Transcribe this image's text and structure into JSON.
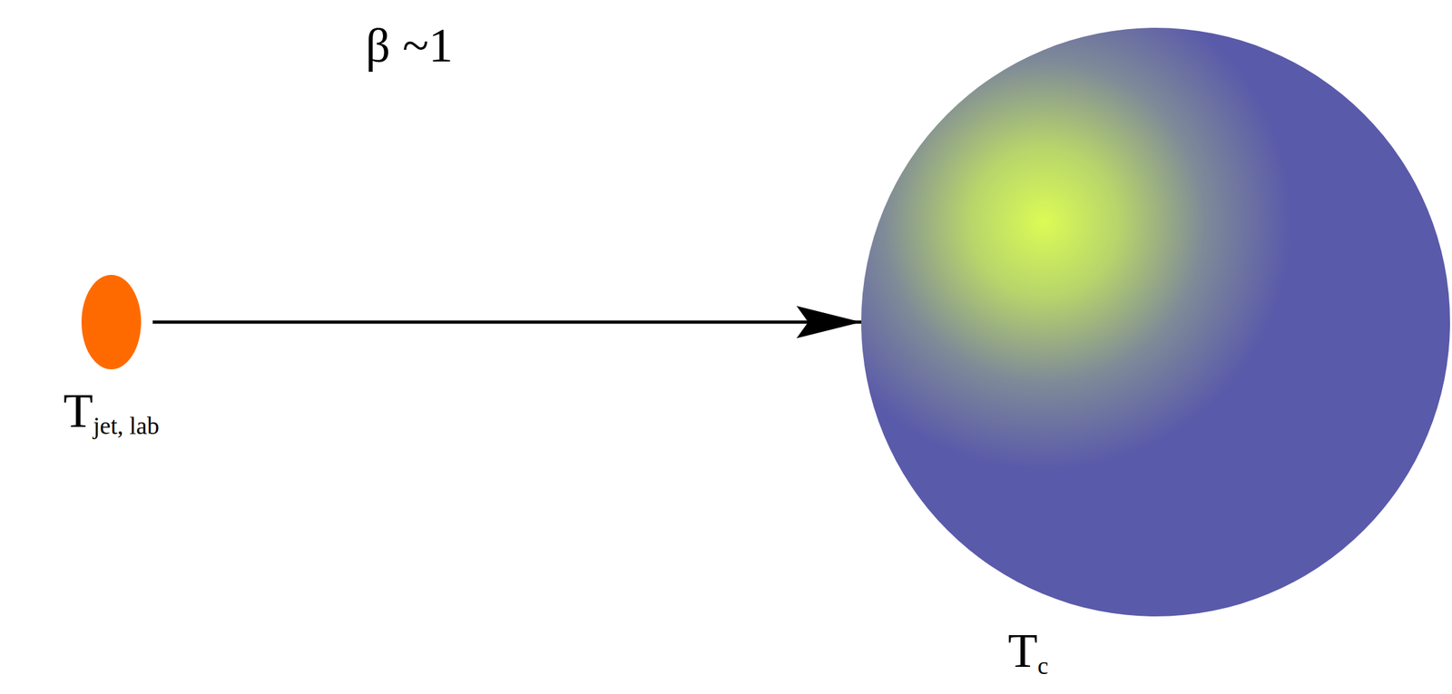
{
  "diagram": {
    "nodes": [
      {
        "text": [
          "Tjet, lab"
        ]
      },
      {
        "text": [
          "Tc"
        ]
      }
    ],
    "edges": [
      {
        "from": 0,
        "to": 1,
        "arrow": "to"
      }
    ],
    "labels": [
      "β ~1"
    ]
  }
}
